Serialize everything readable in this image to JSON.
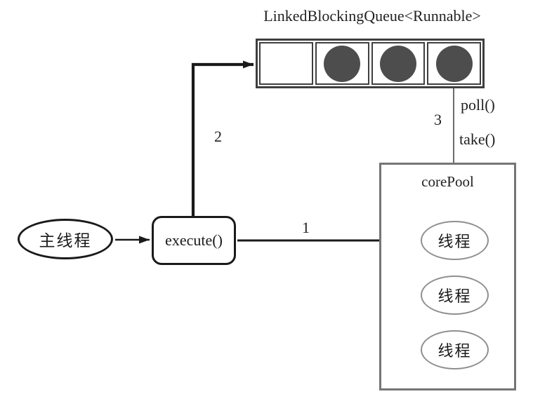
{
  "diagram": {
    "title": "LinkedBlockingQueue<Runnable>"
  },
  "queue": {
    "cells": [
      "empty",
      "filled",
      "filled",
      "filled"
    ]
  },
  "nodes": {
    "main_thread": "主线程",
    "execute": "execute()",
    "core_pool_label": "corePool",
    "threads": [
      "线程",
      "线程",
      "线程"
    ]
  },
  "labels": {
    "step1": "1",
    "step2": "2",
    "step3": "3",
    "poll": "poll()",
    "take": "take()"
  },
  "colors": {
    "task_circle": "#4d4d4d",
    "queue_border": "#3f3f3f",
    "pool_border": "#757575",
    "node_border": "#1a1a1a",
    "arrow": "#1a1a1a",
    "poll_line": "#5a5a5a"
  }
}
